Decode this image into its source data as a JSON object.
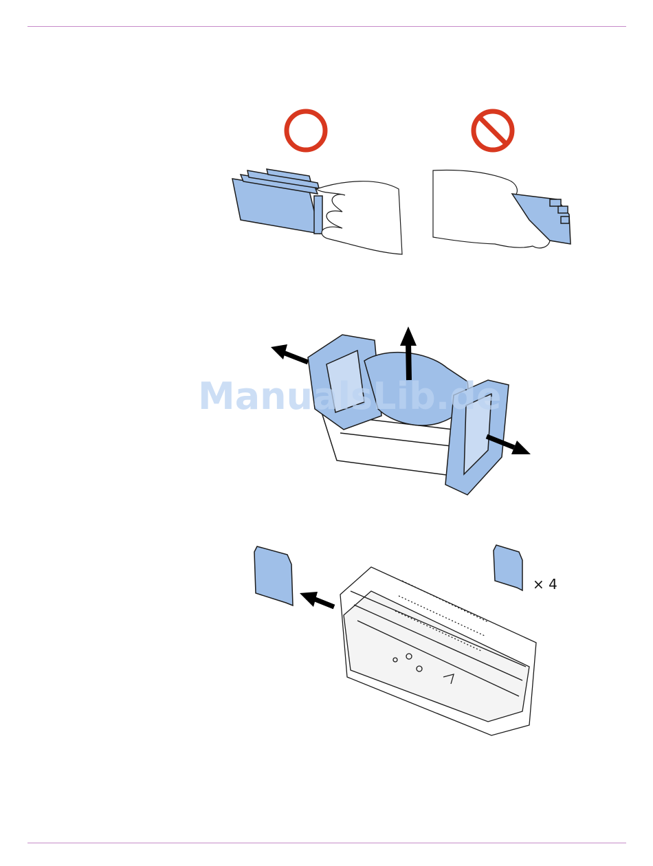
{
  "colors": {
    "rule": "#c58ac8",
    "part_blue": "#9fbfe8",
    "outline": "#1b1b1b",
    "ok_mark": "#d8381f",
    "ng_mark": "#d8381f",
    "watermark": "#bcd3f2"
  },
  "figures": [
    {
      "name": "handling-correct-vs-incorrect",
      "icons": [
        "correct-circle-icon",
        "prohibited-icon"
      ]
    },
    {
      "name": "remove-packaging-arrows",
      "icons": [
        "arrow-left-icon",
        "arrow-up-icon",
        "arrow-right-icon"
      ]
    },
    {
      "name": "remove-protective-caps",
      "icons": [
        "arrow-left-icon"
      ]
    }
  ],
  "quantity_label": "× 4",
  "watermark_text": "ManualsLib.de"
}
